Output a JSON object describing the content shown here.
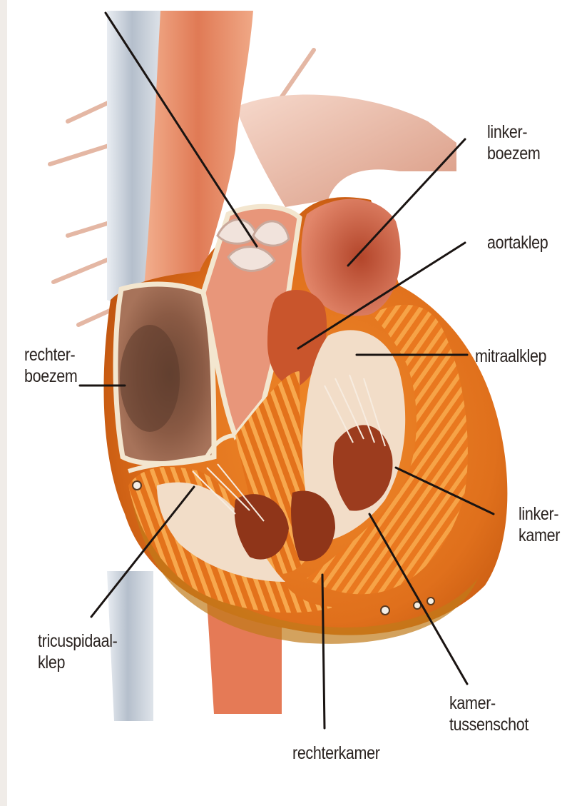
{
  "labels": {
    "linkerboezem": [
      "linker-",
      "boezem"
    ],
    "aortaklep": [
      "aortaklep"
    ],
    "mitraalklep": [
      "mitraalklep"
    ],
    "rechterboezem": [
      "rechter-",
      "boezem"
    ],
    "linkerkamer": [
      "linker-",
      "kamer"
    ],
    "tricuspidaalklep": [
      "tricuspidaal-",
      "klep"
    ],
    "kamertussenschot": [
      "kamer-",
      "tussenschot"
    ],
    "rechterkamer": [
      "rechterkamer"
    ]
  },
  "colors": {
    "background": "#ffffff",
    "myocardium": "#e0751f",
    "chamber_dark": "#7a3a1c",
    "vessel_red": "#d86a4a",
    "vena_cava": "#c8ced6",
    "leader_line": "#1a1412"
  }
}
